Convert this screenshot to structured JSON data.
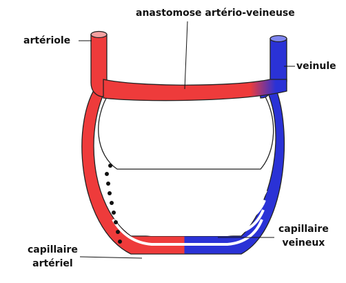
{
  "labels": {
    "anastomose": "anastomose artério-veineuse",
    "arteriole": "artériole",
    "veinule": "veinule",
    "capillaire_veineux_line1": "capillaire",
    "capillaire_veineux_line2": "veineux",
    "capillaire_arteriel_line1": "capillaire",
    "capillaire_arteriel_line2": "artériel"
  },
  "colors": {
    "arterial": "#ee3b3b",
    "venous": "#2a32d6",
    "outline": "#222222",
    "text": "#111111",
    "background": "#ffffff"
  }
}
